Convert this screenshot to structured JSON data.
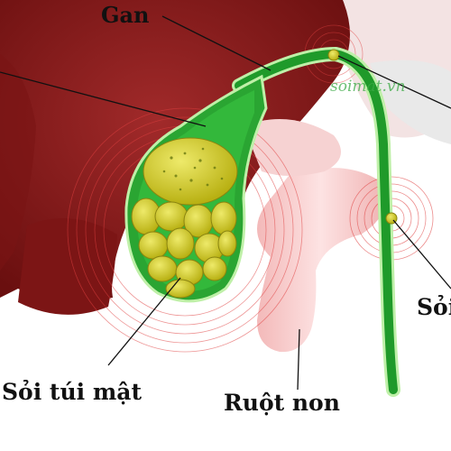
{
  "labels": {
    "liver": "Gan",
    "gallbladder_stones": "Sỏi túi mật",
    "small_intestine": "Ruột non",
    "duct_stone_partial": "Sỏi"
  },
  "watermark": "soimat.vn",
  "colors": {
    "liver": "#8e1b1b",
    "liver_dark": "#6e1010",
    "bile_duct": "#1f9a2a",
    "duct_outline": "#bff0a8",
    "gallbladder_wall": "#2aa532",
    "stones": "#d7d22a",
    "intestine": "#f6c4c4",
    "inflammation_rings": "#e04040"
  }
}
